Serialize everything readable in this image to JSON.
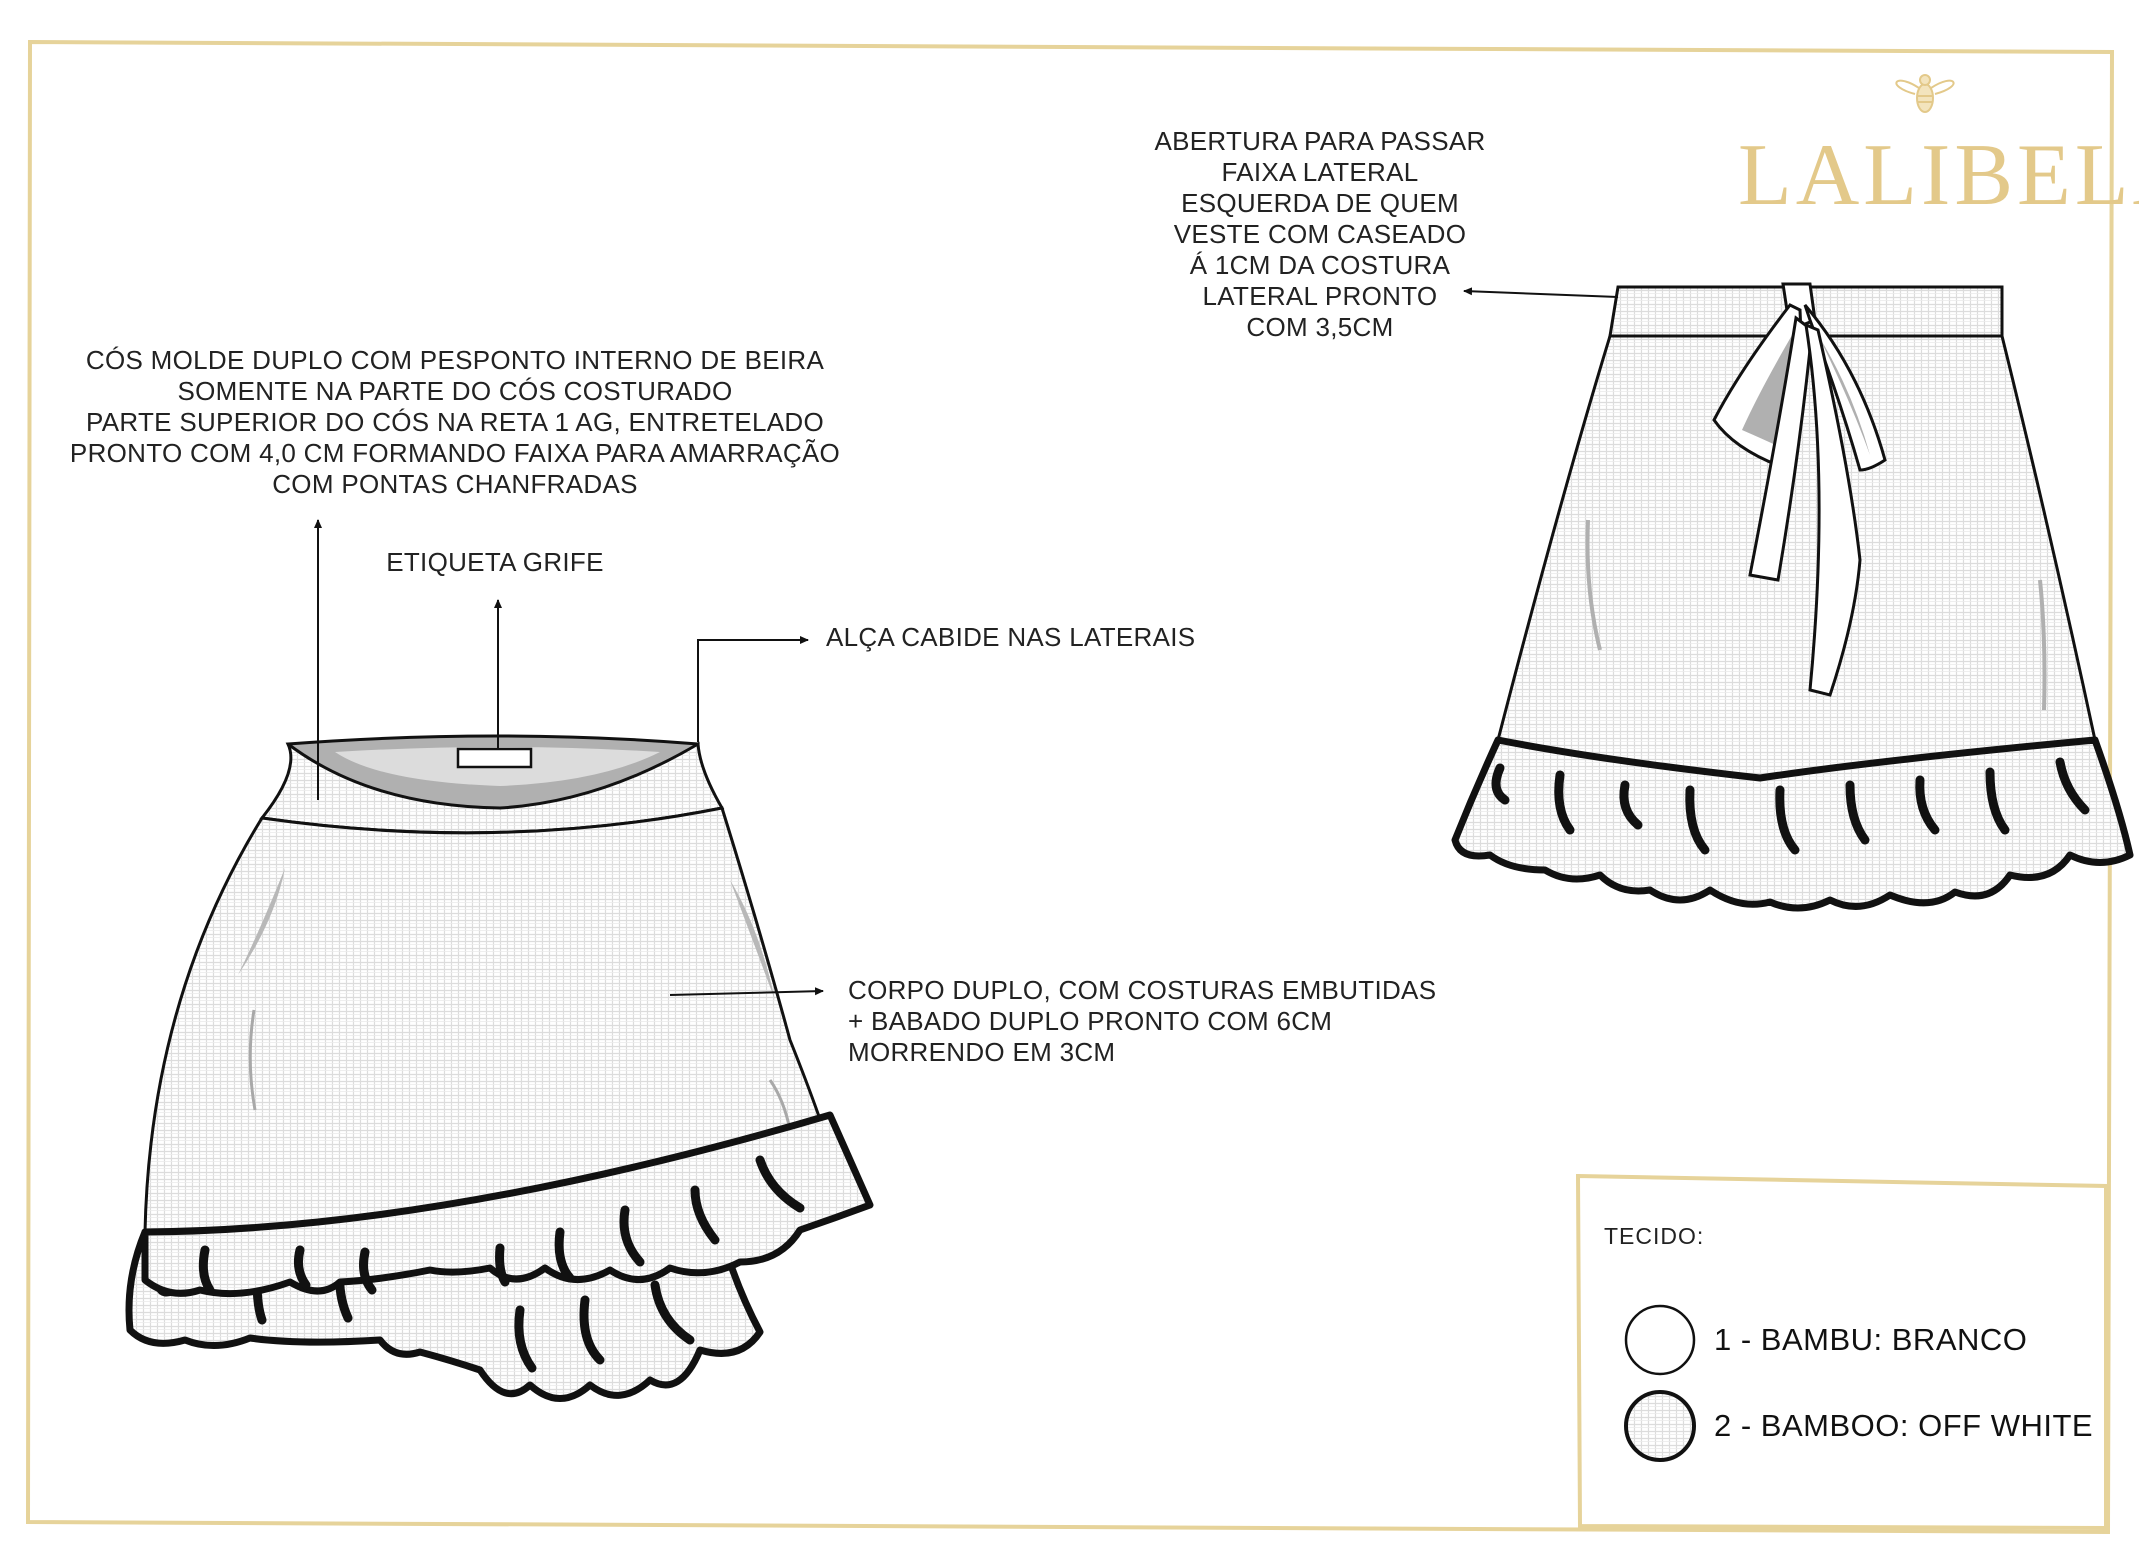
{
  "brand": {
    "name": "LALIBELA",
    "accent_color": "#e3c98a",
    "emblem": "bee-icon"
  },
  "annotations": {
    "waistband": [
      "CÓS MOLDE DUPLO COM PESPONTO INTERNO DE BEIRA",
      "SOMENTE NA PARTE DO CÓS COSTURADO",
      "PARTE SUPERIOR DO CÓS NA RETA 1 AG, ENTRETELADO",
      "PRONTO COM 4,0 CM FORMANDO FAIXA PARA AMARRAÇÃO",
      "COM PONTAS CHANFRADAS"
    ],
    "label": "ETIQUETA GRIFE",
    "hanger_loop": "ALÇA CABIDE NAS LATERAIS",
    "body": [
      "CORPO DUPLO, COM COSTURAS EMBUTIDAS",
      "+ BABADO DUPLO PRONTO COM 6CM",
      "MORRENDO EM 3CM"
    ],
    "opening": [
      "ABERTURA PARA PASSAR",
      "FAIXA LATERAL",
      "ESQUERDA DE QUEM",
      "VESTE COM CASEADO",
      "Á 1CM DA COSTURA",
      "LATERAL PRONTO",
      "COM 3,5CM"
    ]
  },
  "legend": {
    "title": "TECIDO:",
    "items": [
      {
        "label": "1 - BAMBU: BRANCO",
        "swatch": "plain-white"
      },
      {
        "label": "2 - BAMBOO: OFF WHITE",
        "swatch": "textured-off-white"
      }
    ]
  },
  "colors": {
    "frame_border": "#e6d39a",
    "outline": "#111111",
    "fabric_texture": "#d8d8d8"
  }
}
